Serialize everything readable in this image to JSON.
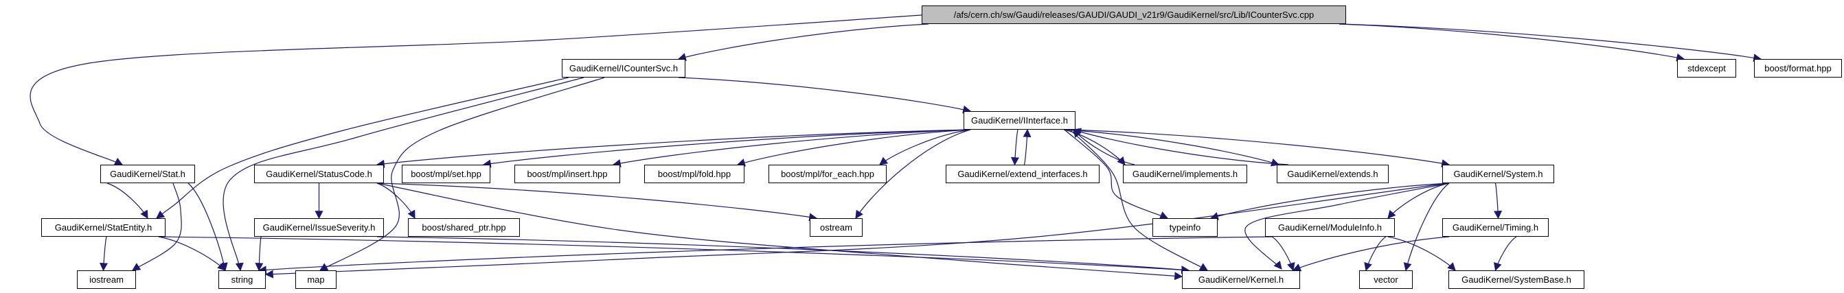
{
  "graph": {
    "type": "include-dependency-graph",
    "edge_color": "#191970",
    "node_fill": "#ffffff",
    "node_border": "#000000",
    "highlight_fill": "#bebebe",
    "nodes": [
      {
        "id": "cpp",
        "label": "/afs/cern.ch/sw/Gaudi/releases/GAUDI/GAUDI_v21r9/GaudiKernel/src/Lib/ICounterSvc.cpp",
        "highlight": true
      },
      {
        "id": "icountersvc_h",
        "label": "GaudiKernel/ICounterSvc.h"
      },
      {
        "id": "stdexcept",
        "label": "stdexcept"
      },
      {
        "id": "boost_format",
        "label": "boost/format.hpp"
      },
      {
        "id": "iinterface",
        "label": "GaudiKernel/IInterface.h"
      },
      {
        "id": "stat",
        "label": "GaudiKernel/Stat.h"
      },
      {
        "id": "statuscode",
        "label": "GaudiKernel/StatusCode.h"
      },
      {
        "id": "mpl_set",
        "label": "boost/mpl/set.hpp"
      },
      {
        "id": "mpl_insert",
        "label": "boost/mpl/insert.hpp"
      },
      {
        "id": "mpl_fold",
        "label": "boost/mpl/fold.hpp"
      },
      {
        "id": "mpl_for_each",
        "label": "boost/mpl/for_each.hpp"
      },
      {
        "id": "extend_interfaces",
        "label": "GaudiKernel/extend_interfaces.h"
      },
      {
        "id": "implements",
        "label": "GaudiKernel/implements.h"
      },
      {
        "id": "extends",
        "label": "GaudiKernel/extends.h"
      },
      {
        "id": "system",
        "label": "GaudiKernel/System.h"
      },
      {
        "id": "statentity",
        "label": "GaudiKernel/StatEntity.h"
      },
      {
        "id": "issueseverity",
        "label": "GaudiKernel/IssueSeverity.h"
      },
      {
        "id": "shared_ptr",
        "label": "boost/shared_ptr.hpp"
      },
      {
        "id": "ostream",
        "label": "ostream"
      },
      {
        "id": "typeinfo",
        "label": "typeinfo"
      },
      {
        "id": "moduleinfo",
        "label": "GaudiKernel/ModuleInfo.h"
      },
      {
        "id": "timing",
        "label": "GaudiKernel/Timing.h"
      },
      {
        "id": "iostream",
        "label": "iostream"
      },
      {
        "id": "string",
        "label": "string"
      },
      {
        "id": "map",
        "label": "map"
      },
      {
        "id": "kernel",
        "label": "GaudiKernel/Kernel.h"
      },
      {
        "id": "vector",
        "label": "vector"
      },
      {
        "id": "systembase",
        "label": "GaudiKernel/SystemBase.h"
      }
    ],
    "edges": [
      {
        "from": "cpp",
        "to": "icountersvc_h"
      },
      {
        "from": "cpp",
        "to": "stdexcept"
      },
      {
        "from": "cpp",
        "to": "boost_format"
      },
      {
        "from": "cpp",
        "to": "stat"
      },
      {
        "from": "icountersvc_h",
        "to": "iinterface"
      },
      {
        "from": "icountersvc_h",
        "to": "statentity"
      },
      {
        "from": "icountersvc_h",
        "to": "string"
      },
      {
        "from": "icountersvc_h",
        "to": "map"
      },
      {
        "from": "iinterface",
        "to": "statuscode"
      },
      {
        "from": "iinterface",
        "to": "mpl_set"
      },
      {
        "from": "iinterface",
        "to": "mpl_insert"
      },
      {
        "from": "iinterface",
        "to": "mpl_fold"
      },
      {
        "from": "iinterface",
        "to": "mpl_for_each"
      },
      {
        "from": "iinterface",
        "to": "extend_interfaces"
      },
      {
        "from": "iinterface",
        "to": "implements"
      },
      {
        "from": "iinterface",
        "to": "extends"
      },
      {
        "from": "iinterface",
        "to": "system"
      },
      {
        "from": "iinterface",
        "to": "ostream"
      },
      {
        "from": "iinterface",
        "to": "typeinfo"
      },
      {
        "from": "iinterface",
        "to": "kernel"
      },
      {
        "from": "extend_interfaces",
        "to": "iinterface"
      },
      {
        "from": "implements",
        "to": "iinterface"
      },
      {
        "from": "extends",
        "to": "iinterface"
      },
      {
        "from": "stat",
        "to": "statentity"
      },
      {
        "from": "stat",
        "to": "string"
      },
      {
        "from": "stat",
        "to": "iostream"
      },
      {
        "from": "statuscode",
        "to": "issueseverity"
      },
      {
        "from": "statuscode",
        "to": "shared_ptr"
      },
      {
        "from": "statuscode",
        "to": "ostream"
      },
      {
        "from": "statuscode",
        "to": "kernel"
      },
      {
        "from": "issueseverity",
        "to": "string"
      },
      {
        "from": "issueseverity",
        "to": "kernel"
      },
      {
        "from": "statentity",
        "to": "string"
      },
      {
        "from": "statentity",
        "to": "iostream"
      },
      {
        "from": "statentity",
        "to": "kernel"
      },
      {
        "from": "system",
        "to": "kernel"
      },
      {
        "from": "system",
        "to": "moduleinfo"
      },
      {
        "from": "system",
        "to": "timing"
      },
      {
        "from": "system",
        "to": "typeinfo"
      },
      {
        "from": "system",
        "to": "string"
      },
      {
        "from": "system",
        "to": "vector"
      },
      {
        "from": "moduleinfo",
        "to": "kernel"
      },
      {
        "from": "moduleinfo",
        "to": "string"
      },
      {
        "from": "moduleinfo",
        "to": "vector"
      },
      {
        "from": "moduleinfo",
        "to": "systembase"
      },
      {
        "from": "timing",
        "to": "kernel"
      },
      {
        "from": "timing",
        "to": "systembase"
      }
    ]
  }
}
